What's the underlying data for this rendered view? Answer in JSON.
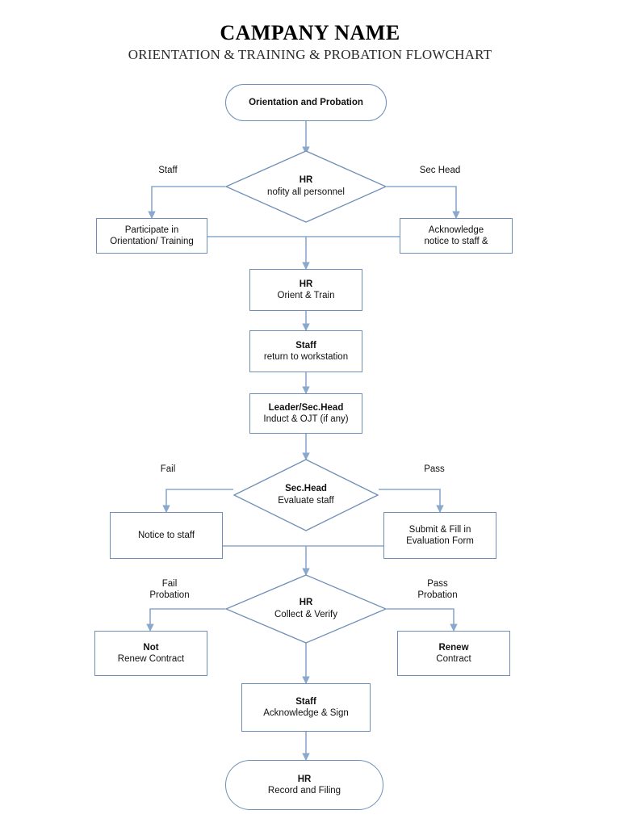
{
  "header": {
    "title": "CAMPANY NAME",
    "subtitle": "ORIENTATION & TRAINING & PROBATION FLOWCHART"
  },
  "style": {
    "stroke": "#6f8fb8",
    "text": "#111111",
    "background": "#ffffff"
  },
  "nodes": {
    "start": {
      "line1": "Orientation and Probation",
      "line2": ""
    },
    "decision_notify": {
      "line1": "HR",
      "line2": "nofity all personnel"
    },
    "participate": {
      "line1": "Participate in",
      "line2": "Orientation/ Training"
    },
    "acknowledge_notice": {
      "line1": "Acknowledge",
      "line2": "notice to staff &"
    },
    "orient_train": {
      "line1": "HR",
      "line2": "Orient & Train"
    },
    "return_workstation": {
      "line1": "Staff",
      "line2": "return to workstation"
    },
    "induct_ojt": {
      "line1": "Leader/Sec.Head",
      "line2": "Induct & OJT (if any)"
    },
    "decision_evaluate": {
      "line1": "Sec.Head",
      "line2": "Evaluate staff"
    },
    "notice_to_staff": {
      "line1": "Notice to staff",
      "line2": ""
    },
    "submit_form": {
      "line1": "Submit & Fill in",
      "line2": "Evaluation Form"
    },
    "decision_collect": {
      "line1": "HR",
      "line2": "Collect & Verify"
    },
    "not_renew": {
      "line1": "Not",
      "line2": "Renew Contract"
    },
    "renew": {
      "line1": "Renew",
      "line2": "Contract"
    },
    "acknowledge_sign": {
      "line1": "Staff",
      "line2": "Acknowledge & Sign"
    },
    "record_filing": {
      "line1": "HR",
      "line2": "Record and Filing"
    }
  },
  "edge_labels": {
    "staff": {
      "line1": "Staff",
      "line2": ""
    },
    "sec_head": {
      "line1": "Sec Head",
      "line2": ""
    },
    "fail": {
      "line1": "Fail",
      "line2": ""
    },
    "pass": {
      "line1": "Pass",
      "line2": ""
    },
    "fail_probation": {
      "line1": "Fail",
      "line2": "Probation"
    },
    "pass_probation": {
      "line1": "Pass",
      "line2": "Probation"
    }
  }
}
